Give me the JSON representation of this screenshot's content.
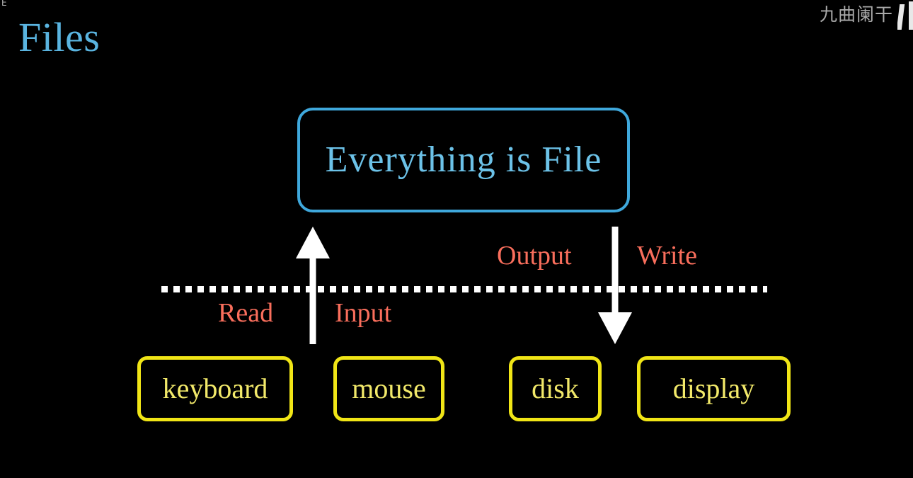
{
  "slide": {
    "title": "Files",
    "background_color": "#000000",
    "title_color": "#5ab4e0"
  },
  "watermark": {
    "text": "九曲阑干",
    "color": "#b9b9b9",
    "logo_name": "channel-logo-mark"
  },
  "corner": {
    "artifact_glyph": "E"
  },
  "concept": {
    "label": "Everything is File",
    "border_color": "#3fa8dc",
    "text_color": "#6cc2e8"
  },
  "boundary": {
    "name": "user-kernel-boundary",
    "style": "dotted",
    "color": "#ffffff"
  },
  "flows": [
    {
      "id": "input-flow",
      "direction": "up",
      "arrow_color": "#ffffff",
      "left_label": "Read",
      "right_label": "Input",
      "label_color": "#f96e5c"
    },
    {
      "id": "output-flow",
      "direction": "down",
      "arrow_color": "#ffffff",
      "left_label": "Output",
      "right_label": "Write",
      "label_color": "#f96e5c"
    }
  ],
  "devices": {
    "border_color": "#f0e516",
    "text_color": "#f2e96a",
    "items": [
      {
        "id": "keyboard",
        "label": "keyboard"
      },
      {
        "id": "mouse",
        "label": "mouse"
      },
      {
        "id": "disk",
        "label": "disk"
      },
      {
        "id": "display",
        "label": "display"
      }
    ]
  }
}
